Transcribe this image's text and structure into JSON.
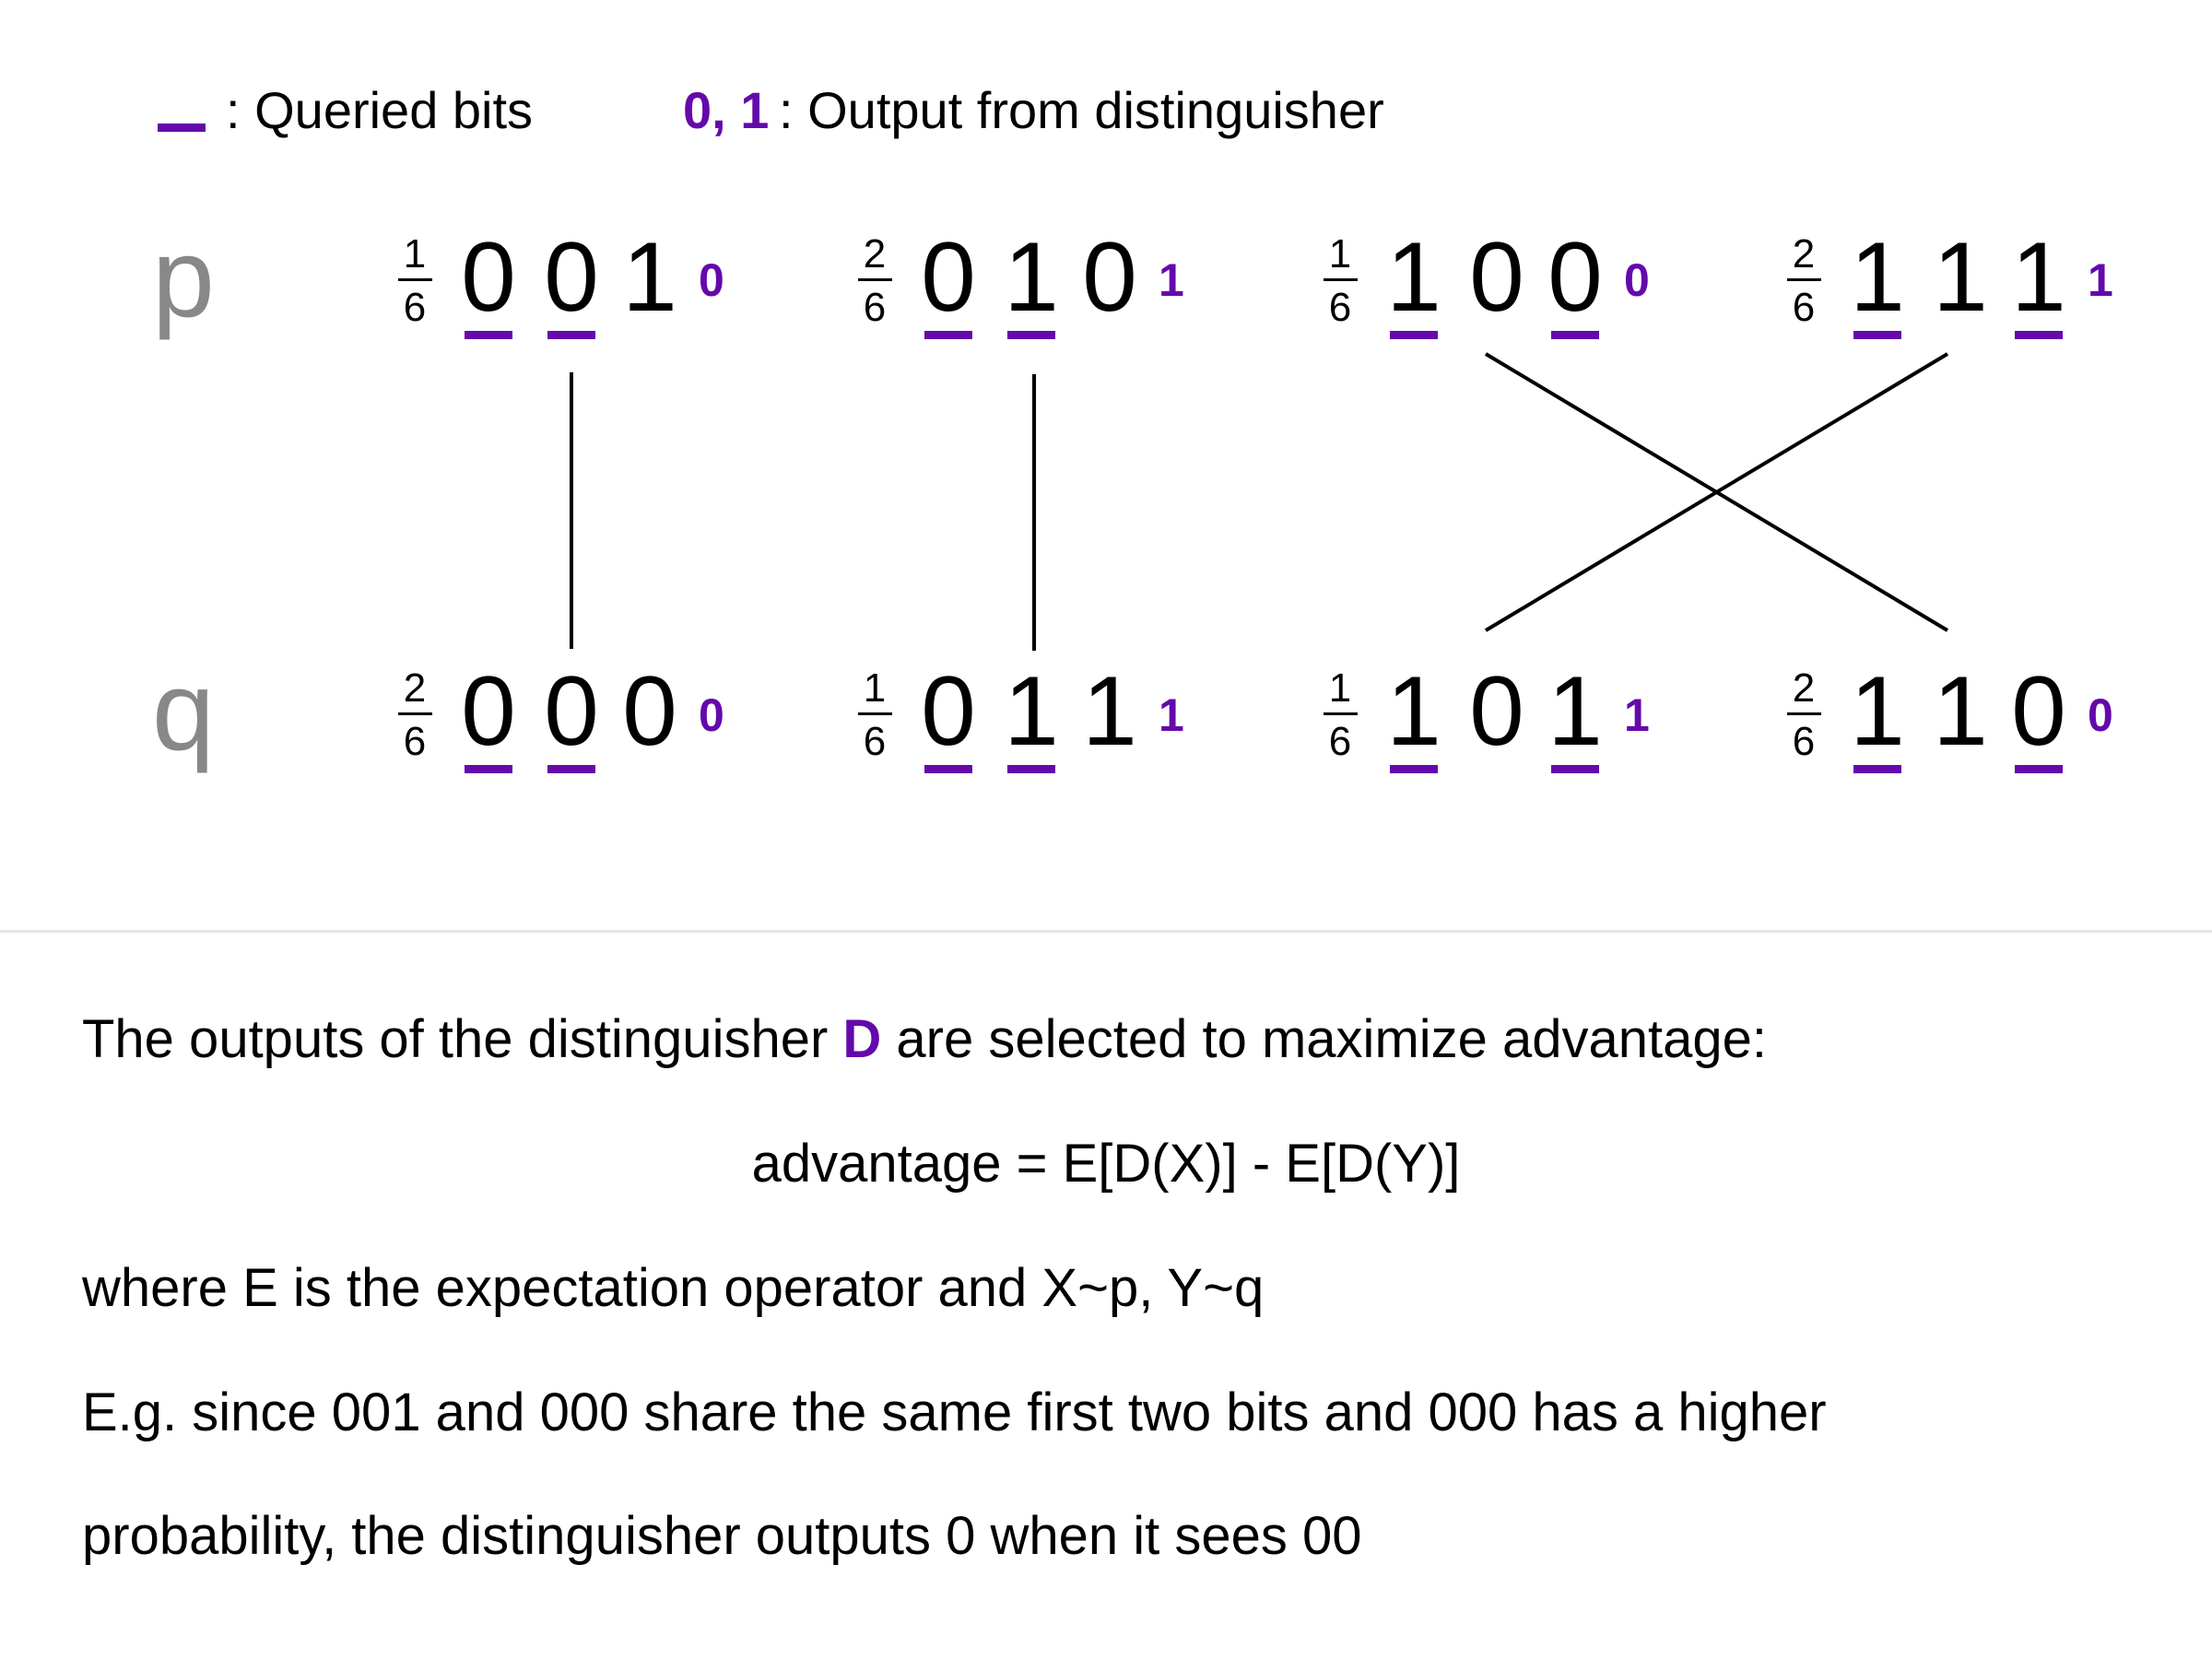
{
  "legend": {
    "queried_label": ": Queried bits",
    "output_symbols": "0, 1",
    "output_label": ": Output from distinguisher"
  },
  "rows": [
    {
      "label": "p",
      "groups": [
        {
          "num": "1",
          "den": "6",
          "bits": [
            "0",
            "0",
            "1"
          ],
          "queried": [
            0,
            1
          ],
          "output": "0"
        },
        {
          "num": "2",
          "den": "6",
          "bits": [
            "0",
            "1",
            "0"
          ],
          "queried": [
            0,
            1
          ],
          "output": "1"
        },
        {
          "num": "1",
          "den": "6",
          "bits": [
            "1",
            "0",
            "0"
          ],
          "queried": [
            0,
            2
          ],
          "output": "0"
        },
        {
          "num": "2",
          "den": "6",
          "bits": [
            "1",
            "1",
            "1"
          ],
          "queried": [
            0,
            2
          ],
          "output": "1"
        }
      ]
    },
    {
      "label": "q",
      "groups": [
        {
          "num": "2",
          "den": "6",
          "bits": [
            "0",
            "0",
            "0"
          ],
          "queried": [
            0,
            1
          ],
          "output": "0"
        },
        {
          "num": "1",
          "den": "6",
          "bits": [
            "0",
            "1",
            "1"
          ],
          "queried": [
            0,
            1
          ],
          "output": "1"
        },
        {
          "num": "1",
          "den": "6",
          "bits": [
            "1",
            "0",
            "1"
          ],
          "queried": [
            0,
            2
          ],
          "output": "1"
        },
        {
          "num": "2",
          "den": "6",
          "bits": [
            "1",
            "1",
            "0"
          ],
          "queried": [
            0,
            2
          ],
          "output": "0"
        }
      ]
    }
  ],
  "connections": [
    {
      "from": "001",
      "to": "000"
    },
    {
      "from": "010",
      "to": "011"
    },
    {
      "from": "100",
      "to": "110"
    },
    {
      "from": "111",
      "to": "101"
    }
  ],
  "text": {
    "line1_pre": "The outputs of the distinguisher ",
    "line1_D": "D",
    "line1_post": " are selected to maximize advantage:",
    "formula": "advantage = E[D(X)] - E[D(Y)]",
    "line3": "where E is the expectation operator and X~p, Y~q",
    "line4": "E.g. since 001 and 000 share the same first two bits and 000 has a higher",
    "line5": "probability, the distinguisher outputs 0 when it sees 00"
  },
  "colors": {
    "accent": "#6409ab",
    "row_label": "#888888"
  }
}
